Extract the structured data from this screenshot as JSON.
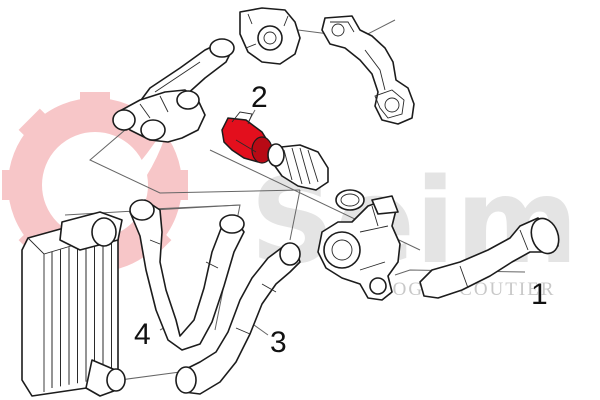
{
  "watermark": {
    "brand": "Seim",
    "tagline": "ROGER COUTIER",
    "gear_color": "#f7c6c8",
    "text_color": "#e4e4e4"
  },
  "callouts": [
    {
      "id": "1",
      "label": "1"
    },
    {
      "id": "2",
      "label": "2"
    },
    {
      "id": "3",
      "label": "3"
    },
    {
      "id": "4",
      "label": "4"
    }
  ],
  "highlight": {
    "part": "2",
    "color": "#e30f1d"
  },
  "parts": [
    {
      "name": "turbo-inlet-hose",
      "icon": "hose-icon"
    },
    {
      "name": "air-flow-meter",
      "icon": "flow-meter-icon"
    },
    {
      "name": "intercooler-outlet-hose",
      "icon": "hose-icon"
    },
    {
      "name": "intercooler-inlet-hose",
      "icon": "hose-icon"
    },
    {
      "name": "intercooler",
      "icon": "radiator-icon"
    },
    {
      "name": "turbocharger",
      "icon": "turbo-icon"
    },
    {
      "name": "exhaust-manifold",
      "icon": "manifold-icon"
    },
    {
      "name": "throttle-body",
      "icon": "throttle-icon"
    }
  ]
}
